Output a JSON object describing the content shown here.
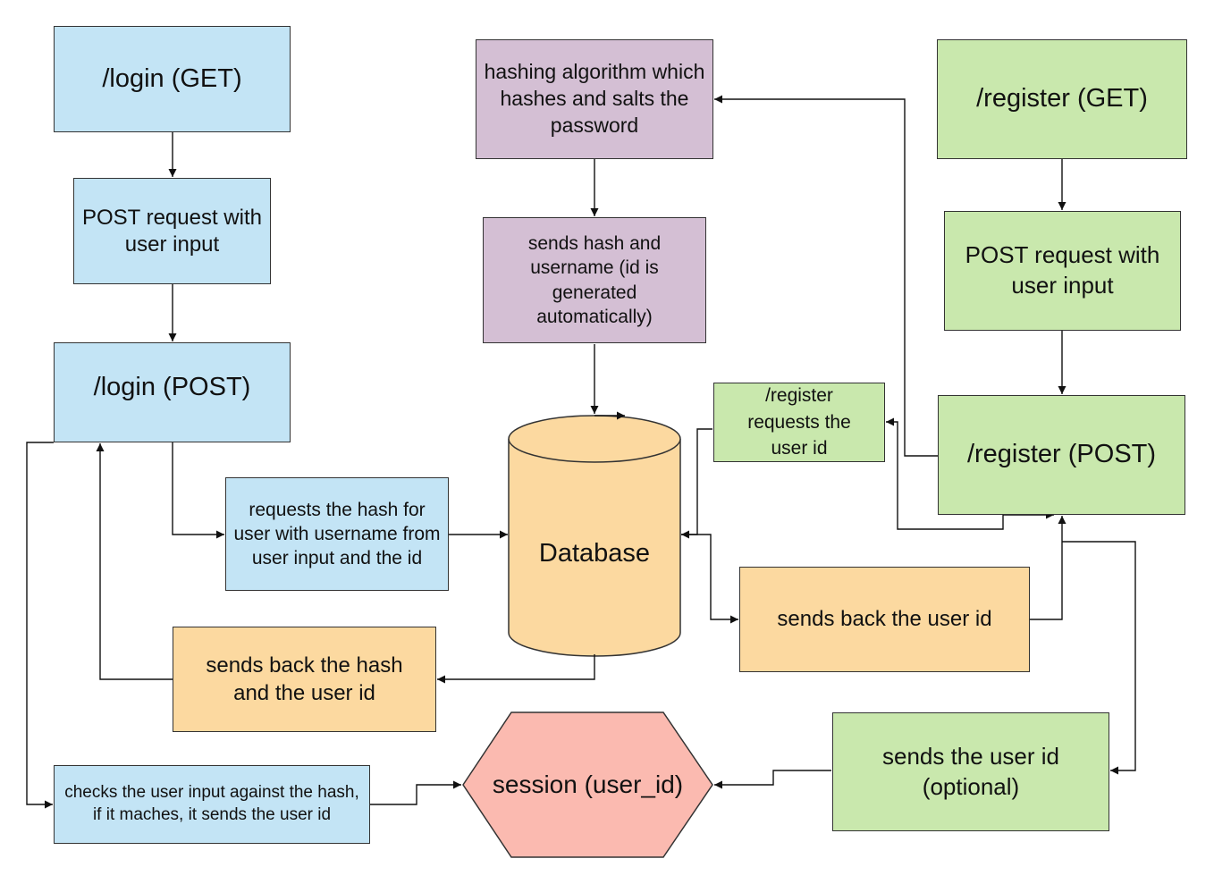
{
  "nodes": {
    "login_get": "/login (GET)",
    "login_post_request": "POST request with user input",
    "login_post": "/login (POST)",
    "requests_hash": "requests the hash for user with username from user input and the id",
    "sends_back_hash": "sends back the hash and the user id",
    "checks_input": "checks the user input against the hash, if it maches, it sends the user id",
    "hashing_algorithm": "hashing algorithm which hashes and salts the password",
    "sends_hash_username": "sends hash and username (id is generated automatically)",
    "database": "Database",
    "session": "session (user_id)",
    "register_get": "/register (GET)",
    "register_post_request": "POST request with user input",
    "register_post": "/register (POST)",
    "register_requests_id": "/register requests the user id",
    "sends_back_user_id": "sends back the user id",
    "sends_user_id_optional": "sends the user id (optional)"
  },
  "colors": {
    "blue": "#c3e4f5",
    "green": "#c9e8ad",
    "purple": "#d4bfd4",
    "orange": "#fcd9a0",
    "red": "#fbbab0",
    "stroke": "#333333"
  }
}
